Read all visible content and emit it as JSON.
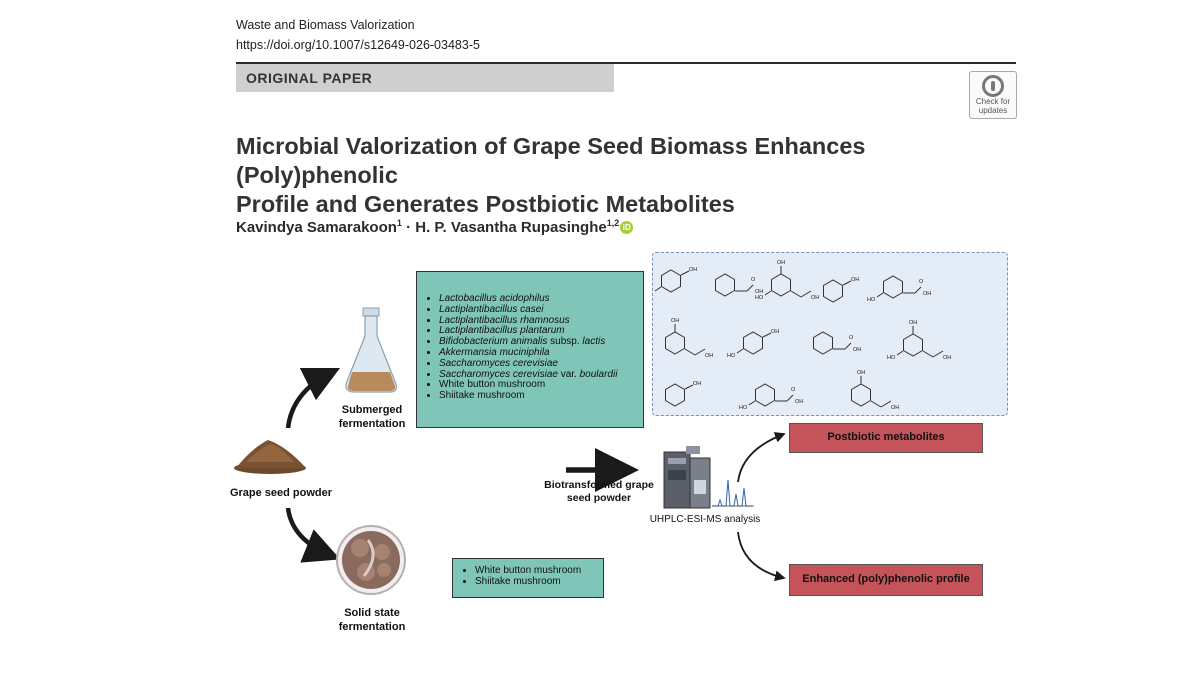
{
  "header": {
    "journal": "Waste and Biomass Valorization",
    "doi": "https://doi.org/10.1007/s12649-026-03483-5",
    "paper_type": "ORIGINAL PAPER",
    "badge_line1": "Check for",
    "badge_line2": "updates"
  },
  "article": {
    "title_line1": "Microbial Valorization of Grape Seed Biomass Enhances (Poly)phenolic",
    "title_line2": "Profile and Generates Postbiotic Metabolites",
    "author1": "Kavindya Samarakoon",
    "author1_sup": "1",
    "separator": " · ",
    "author2": "H. P. Vasantha Rupasinghe",
    "author2_sup": "1,2",
    "orcid": "iD"
  },
  "abstract_figure": {
    "grape_seed_label": "Grape seed powder",
    "submerged_line1": "Submerged",
    "submerged_line2": "fermentation",
    "solid_line1": "Solid state",
    "solid_line2": "fermentation",
    "submerged_organisms": [
      {
        "name": "Lactobacillus acidophilus",
        "extra": "",
        "tail": ""
      },
      {
        "name": "Lactiplantibacillus casei",
        "extra": "",
        "tail": ""
      },
      {
        "name": "Lactiplantibacillus rhamnosus",
        "extra": "",
        "tail": ""
      },
      {
        "name": "Lactiplantibacillus plantarum",
        "extra": "",
        "tail": ""
      },
      {
        "name": "Bifidobacterium animalis",
        "extra": " subsp. ",
        "tail": "lactis"
      },
      {
        "name": "Akkermansia muciniphila",
        "extra": "",
        "tail": ""
      },
      {
        "name": "Saccharomyces cerevisiae",
        "extra": "",
        "tail": ""
      },
      {
        "name": "Saccharomyces cerevisiae",
        "extra": " var. ",
        "tail": "boulardii"
      },
      {
        "name": "",
        "extra": "White button mushroom",
        "tail": ""
      },
      {
        "name": "",
        "extra": "Shiitake mushroom",
        "tail": ""
      }
    ],
    "solid_organisms": [
      "White button mushroom",
      "Shiitake mushroom"
    ],
    "biotransformed_line1": "Biotransformed grape",
    "biotransformed_line2": "seed powder",
    "analysis_label": "UHPLC-ESI-MS analysis",
    "output_top": "Postbiotic metabolites",
    "output_bottom": "Enhanced (poly)phenolic profile",
    "chem_labels": [
      "HO",
      "OH",
      "O"
    ]
  },
  "colors": {
    "teal": "#7fc5b8",
    "red": "#c4545a",
    "panel": "#e4ecf8"
  }
}
